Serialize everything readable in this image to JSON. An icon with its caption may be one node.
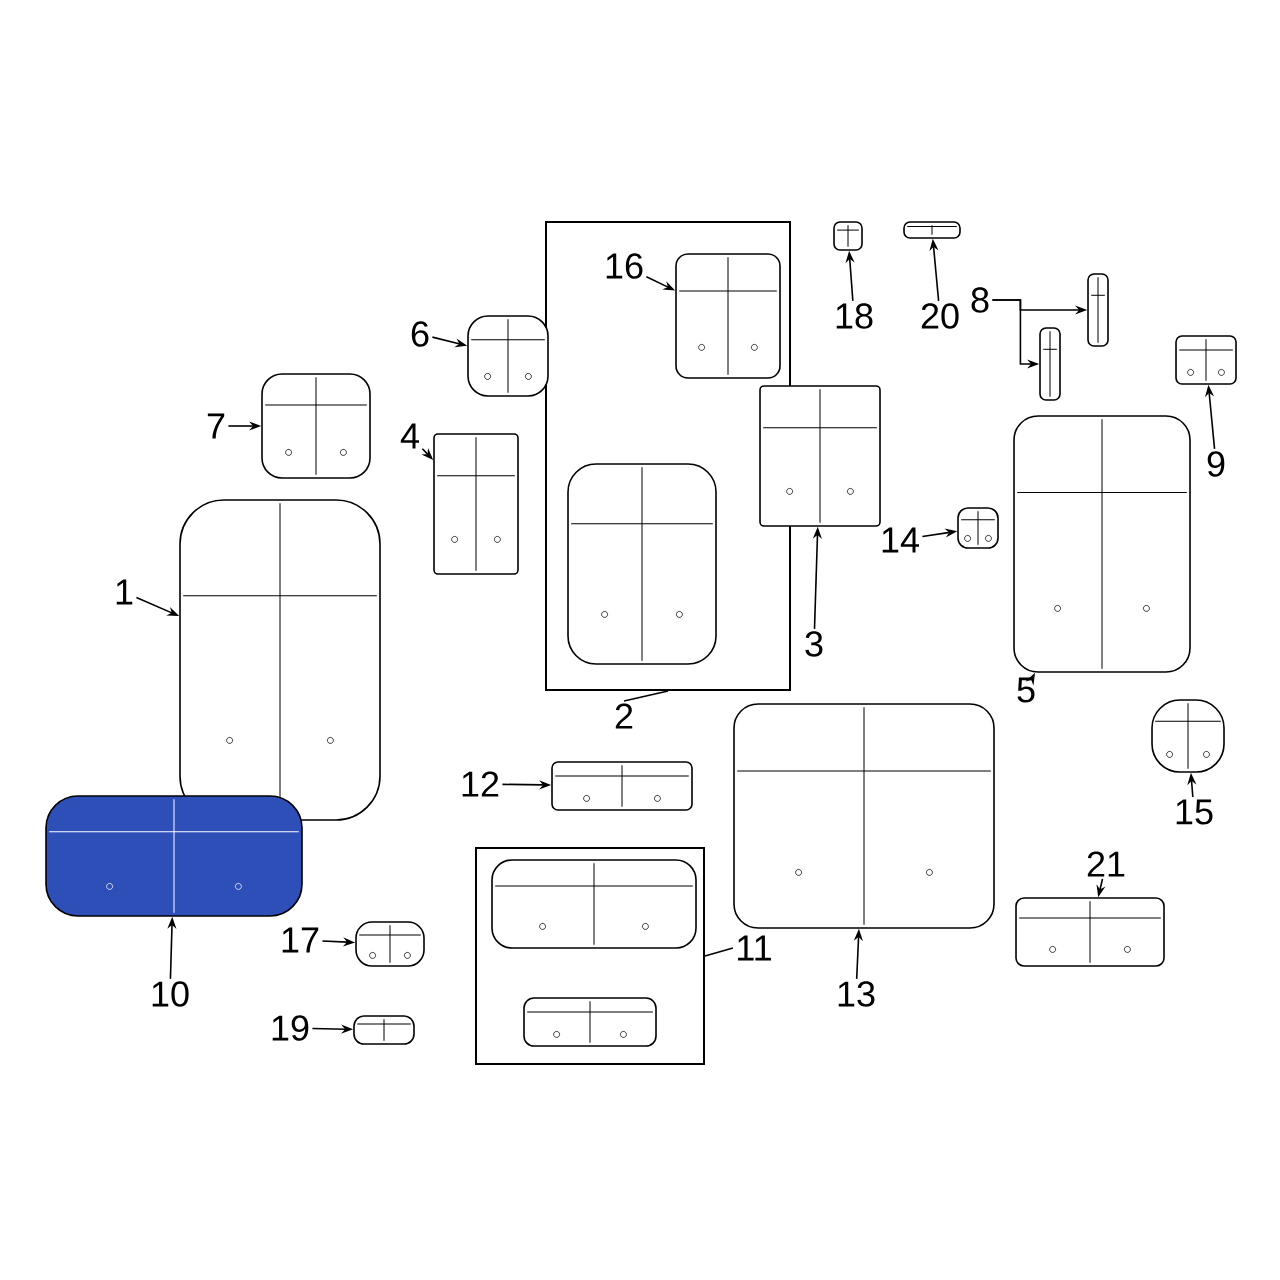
{
  "diagram": {
    "nodes": [
      {
        "text": [],
        "shape": "box"
      },
      {
        "text": [
          "16"
        ],
        "in": 0
      },
      {
        "text": [],
        "shape": "picture",
        "in": 0
      },
      {
        "text": [],
        "shape": "picture",
        "in": 0
      },
      {
        "text": [
          "2"
        ]
      },
      {
        "text": [
          "18"
        ]
      },
      {
        "text": [],
        "shape": "picture"
      },
      {
        "text": [
          "20"
        ]
      },
      {
        "text": [],
        "shape": "picture"
      },
      {
        "text": [
          "8"
        ]
      },
      {
        "text": [],
        "shape": "picture"
      },
      {
        "text": [],
        "shape": "picture"
      },
      {
        "text": [
          "6"
        ]
      },
      {
        "text": [],
        "shape": "picture"
      },
      {
        "text": [
          "7"
        ]
      },
      {
        "text": [],
        "shape": "picture"
      },
      {
        "text": [
          "4"
        ]
      },
      {
        "text": [],
        "shape": "picture"
      },
      {
        "text": [
          "9"
        ]
      },
      {
        "text": [],
        "shape": "picture"
      },
      {
        "text": [
          "14"
        ]
      },
      {
        "text": [],
        "shape": "picture"
      },
      {
        "text": [
          "3"
        ]
      },
      {
        "text": [],
        "shape": "picture"
      },
      {
        "text": [
          "1"
        ]
      },
      {
        "text": [],
        "shape": "picture"
      },
      {
        "text": [
          "5"
        ]
      },
      {
        "text": [],
        "shape": "picture"
      },
      {
        "text": [
          "12"
        ]
      },
      {
        "text": [],
        "shape": "picture"
      },
      {
        "text": [
          "15"
        ]
      },
      {
        "text": [],
        "shape": "picture"
      },
      {
        "text": [
          "10"
        ]
      },
      {
        "text": [],
        "shape": "picture"
      },
      {
        "text": [],
        "shape": "box"
      },
      {
        "text": [],
        "shape": "picture",
        "in": 34
      },
      {
        "text": [],
        "shape": "picture",
        "in": 34
      },
      {
        "text": [
          "11"
        ]
      },
      {
        "text": [
          "17"
        ]
      },
      {
        "text": [],
        "shape": "picture"
      },
      {
        "text": [
          "21"
        ]
      },
      {
        "text": [],
        "shape": "picture"
      },
      {
        "text": [
          "13"
        ]
      },
      {
        "text": [],
        "shape": "picture"
      },
      {
        "text": [
          "19"
        ]
      },
      {
        "text": [],
        "shape": "picture"
      }
    ],
    "edges": [
      {
        "from": 1,
        "to": 2,
        "arrow": "to"
      },
      {
        "from": 4,
        "to": 0,
        "arrow": "none"
      },
      {
        "from": 5,
        "to": 6,
        "arrow": "to"
      },
      {
        "from": 7,
        "to": 8,
        "arrow": "to"
      },
      {
        "from": 9,
        "to": 10,
        "arrow": "to"
      },
      {
        "from": 9,
        "to": 11,
        "arrow": "to"
      },
      {
        "from": 12,
        "to": 13,
        "arrow": "to"
      },
      {
        "from": 14,
        "to": 15,
        "arrow": "to"
      },
      {
        "from": 16,
        "to": 17,
        "arrow": "to"
      },
      {
        "from": 18,
        "to": 19,
        "arrow": "to"
      },
      {
        "from": 20,
        "to": 21,
        "arrow": "to"
      },
      {
        "from": 22,
        "to": 23,
        "arrow": "to"
      },
      {
        "from": 24,
        "to": 25,
        "arrow": "to"
      },
      {
        "from": 26,
        "to": 27,
        "arrow": "to"
      },
      {
        "from": 28,
        "to": 29,
        "arrow": "to"
      },
      {
        "from": 30,
        "to": 31,
        "arrow": "to"
      },
      {
        "from": 32,
        "to": 33,
        "arrow": "to"
      },
      {
        "from": 37,
        "to": 34,
        "arrow": "none"
      },
      {
        "from": 38,
        "to": 39,
        "arrow": "to"
      },
      {
        "from": 40,
        "to": 41,
        "arrow": "to"
      },
      {
        "from": 42,
        "to": 43,
        "arrow": "to"
      },
      {
        "from": 44,
        "to": 45,
        "arrow": "to"
      }
    ]
  }
}
